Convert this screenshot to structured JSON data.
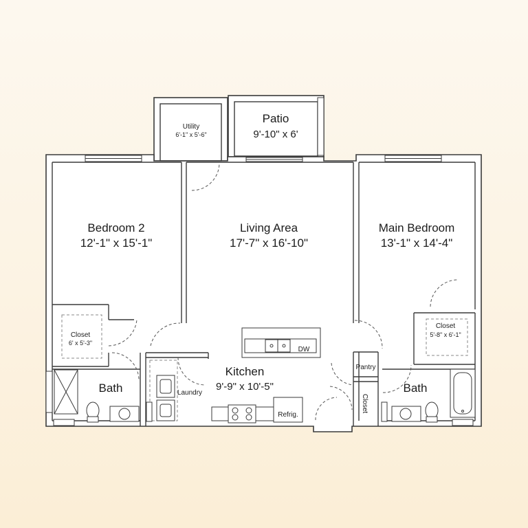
{
  "rooms": {
    "patio": {
      "name": "Patio",
      "dims": "9'-10\" x 6'"
    },
    "utility": {
      "name": "Utility",
      "dims": "6'-1\" x 5'-6\""
    },
    "bedroom2": {
      "name": "Bedroom 2",
      "dims": "12'-1\" x 15'-1\""
    },
    "living": {
      "name": "Living Area",
      "dims": "17'-7\" x 16'-10\""
    },
    "main_bedroom": {
      "name": "Main Bedroom",
      "dims": "13'-1\" x 14'-4\""
    },
    "closet_left": {
      "name": "Closet",
      "dims": "6' x 5'-3\""
    },
    "closet_right": {
      "name": "Closet",
      "dims": "5'-8\" x 6'-1\""
    },
    "bath_left": {
      "name": "Bath"
    },
    "bath_right": {
      "name": "Bath"
    },
    "kitchen": {
      "name": "Kitchen",
      "dims": "9'-9\" x 10'-5\""
    },
    "laundry": {
      "name": "Laundry"
    },
    "pantry": {
      "name": "Pantry"
    },
    "hall_closet": {
      "name": "Closet"
    }
  },
  "fixtures": {
    "dishwasher": "DW",
    "refrigerator": "Refrig."
  },
  "colors": {
    "wall": "#3a3a3a",
    "line": "#555555",
    "fill": "#ffffff"
  }
}
